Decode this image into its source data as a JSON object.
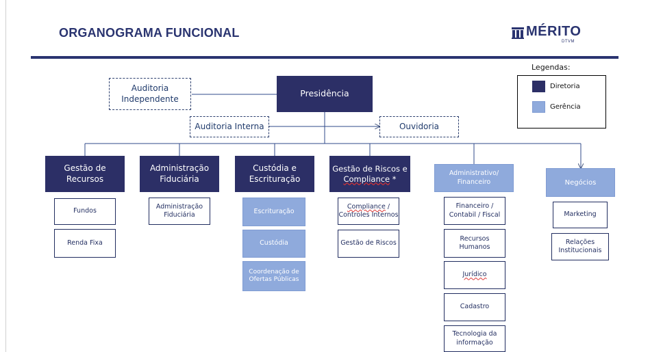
{
  "header": {
    "title": "ORGANOGRAMA FUNCIONAL",
    "logo_text": "MÉRITO",
    "logo_sub": "DTVM"
  },
  "legend": {
    "title": "Legendas:",
    "diretoria_label": "Diretoria",
    "gerencia_label": "Gerência"
  },
  "colors": {
    "diretoria": "#2c2f66",
    "gerencia": "#8faadc",
    "header_rule": "#2a3470"
  },
  "top": {
    "presidencia": "Presidência",
    "auditoria_independente": "Auditoria Independente",
    "auditoria_interna": "Auditoria Interna",
    "ouvidoria": "Ouvidoria"
  },
  "units": {
    "gestao_recursos": "Gestão de Recursos",
    "administracao_fiduciaria": "Administração Fiduciária",
    "custodia_escrituracao": "Custódia e Escrituração",
    "gestao_riscos_prefix": "Gestão de Riscos e ",
    "gestao_riscos_compliance": "Compliance",
    "gestao_riscos_suffix": " *",
    "administrativo_financeiro": "Administrativo/ Financeiro",
    "negocios": "Negócios"
  },
  "sub": {
    "fundos": "Fundos",
    "renda_fixa": "Renda Fixa",
    "adm_fiduciaria": "Administração Fiduciária",
    "escrituracao": "Escrituração",
    "custodia": "Custódia",
    "coordenacao": "Coordenação de Ofertas Públicas",
    "compliance_word": "Compliance",
    "compliance_rest": " / Controles Internos",
    "gestao_riscos": "Gestão de Riscos",
    "financeiro": "Financeiro / Contabil / Fiscal",
    "rh": "Recursos Humanos",
    "juridico": "Jurídico",
    "cadastro": "Cadastro",
    "ti": "Tecnologia da informação",
    "marketing": "Marketing",
    "relacoes": "Relações Institucionais"
  }
}
